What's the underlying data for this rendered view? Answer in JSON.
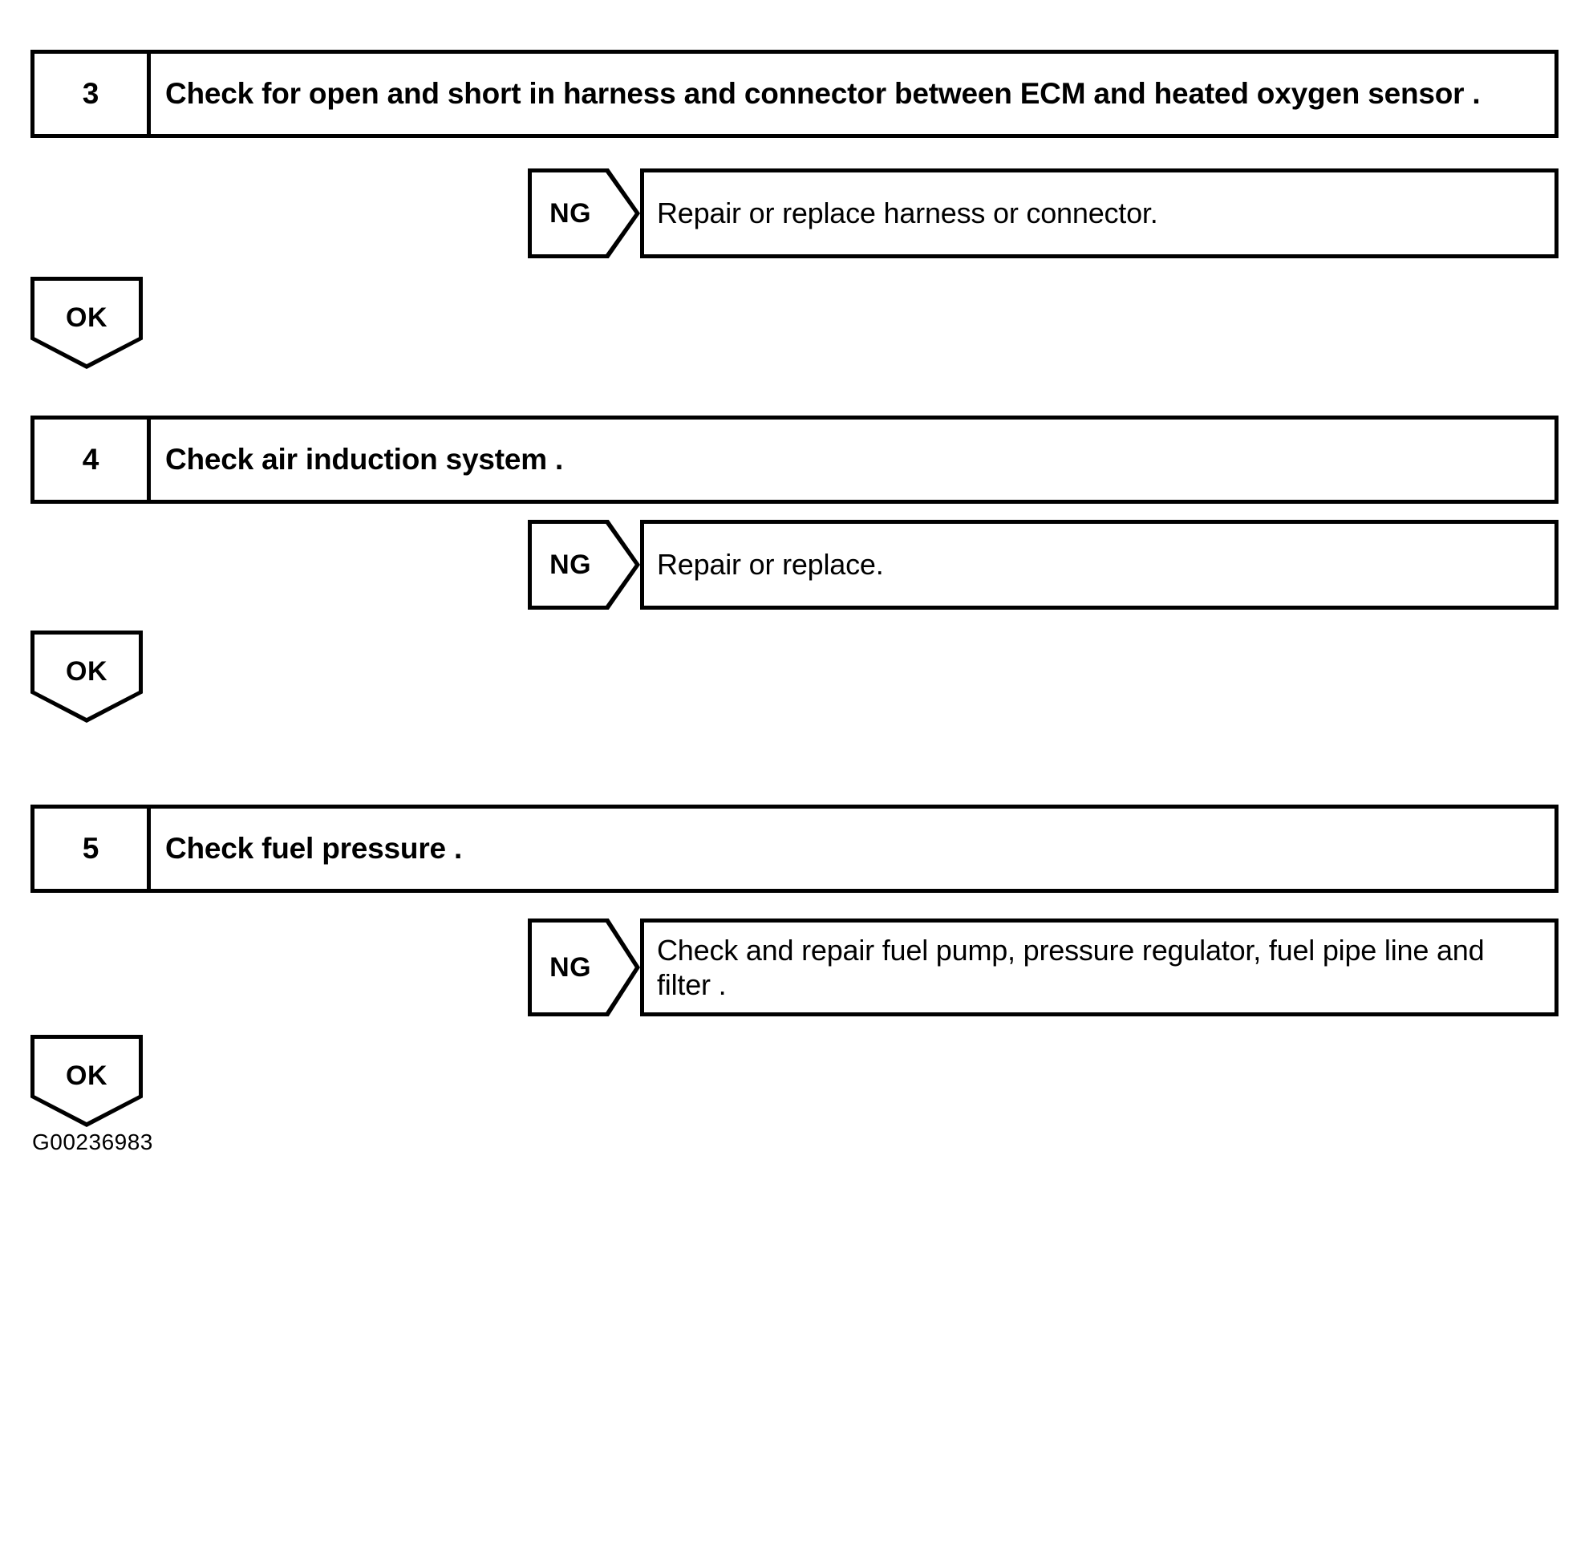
{
  "figure": {
    "code": "G00236983"
  },
  "labels": {
    "ng": "NG",
    "ok": "OK"
  },
  "steps": [
    {
      "number": "3",
      "text": "Check for open and short in harness and connector between ECM and heated oxygen sensor .",
      "ng_label": "NG",
      "ng_result": "Repair or replace harness or connector.",
      "ok_label": "OK"
    },
    {
      "number": "4",
      "text": "Check air induction system .",
      "ng_label": "NG",
      "ng_result": "Repair or replace.",
      "ok_label": "OK"
    },
    {
      "number": "5",
      "text": "Check fuel pressure .",
      "ng_label": "NG",
      "ng_result": "Check and repair fuel pump, pressure regulator, fuel pipe line and filter .",
      "ok_label": "OK"
    }
  ],
  "colors": {
    "ink": "#000000",
    "paper": "#ffffff"
  }
}
